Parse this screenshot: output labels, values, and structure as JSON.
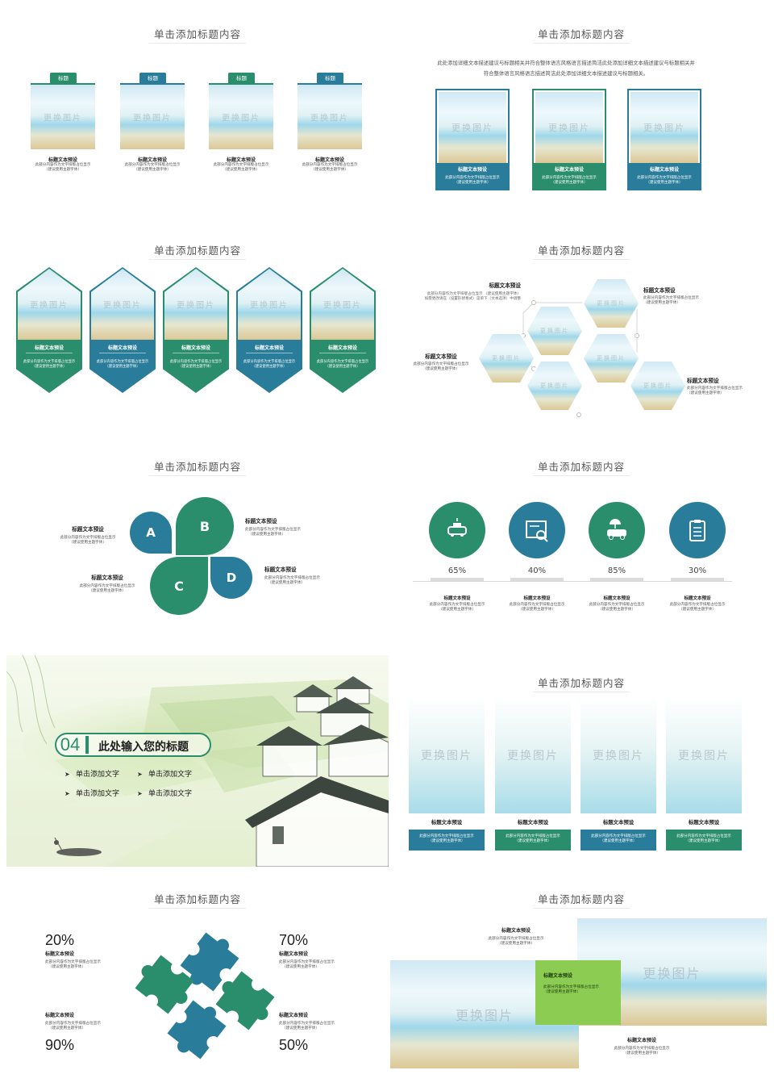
{
  "colors": {
    "teal": "#2a7d9a",
    "green": "#2a8d6b",
    "lime": "#8ccc52"
  },
  "common": {
    "slide_title": "单击添加标题内容",
    "image_placeholder": "更换图片",
    "preset_title": "标题文本预设",
    "desc1": "此部分内容作为文字排版占位显示",
    "desc2": "（建议使用主题字体）",
    "tag": "标题"
  },
  "slide2": {
    "intro": "此处添加详细文本描述建议与标题相关并符合整体语言风格语言描述简洁此处添加详细文本描述建议与标题相关并符合整体语言风格语言描述简洁此处添加详细文本描述建议与标题相关。"
  },
  "slide4": {
    "note1": "此部分内容作为文字排版占位显示 （建议使用主题字体）",
    "note2": "如需更改请在（设置形状格式）菜单下（文本选项）中调整"
  },
  "slide5": {
    "petals": [
      "A",
      "B",
      "C",
      "D"
    ]
  },
  "slide6": {
    "percents": [
      "65%",
      "40%",
      "85%",
      "30%"
    ],
    "icons": [
      "police-car-icon",
      "search-screen-icon",
      "car-umbrella-icon",
      "clipboard-icon"
    ]
  },
  "slide7": {
    "number": "04",
    "title": "此处输入您的标题",
    "bullets": [
      "单击添加文字",
      "单击添加文字",
      "单击添加文字",
      "单击添加文字"
    ]
  },
  "slide9": {
    "percents": [
      "20%",
      "70%",
      "90%",
      "50%"
    ]
  }
}
